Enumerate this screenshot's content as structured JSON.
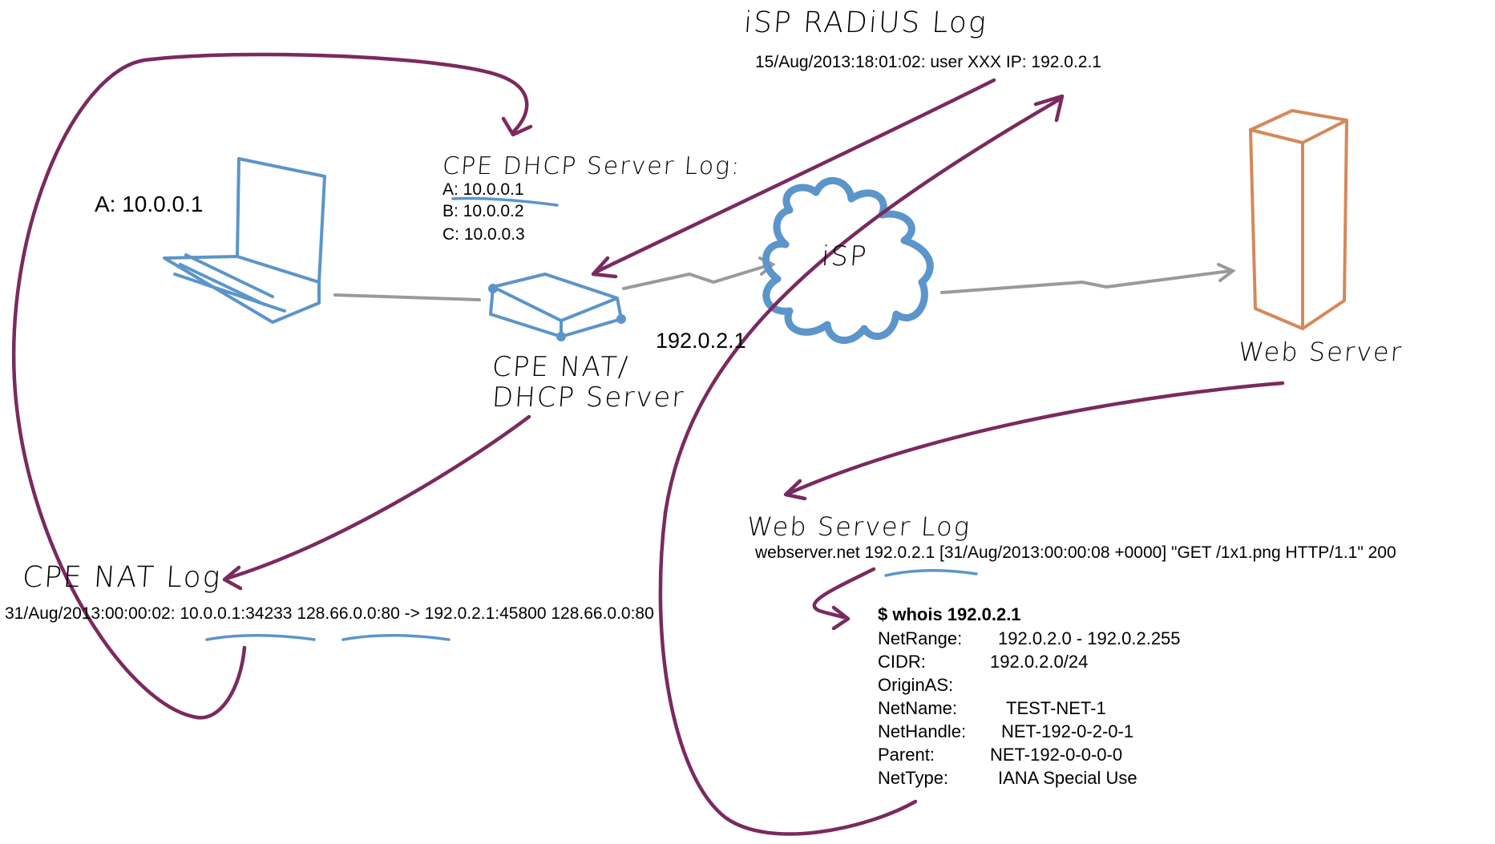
{
  "isp_radius": {
    "title": "iSP RADiUS Log",
    "entry": "15/Aug/2013:18:01:02: user XXX IP: 192.0.2.1"
  },
  "dhcp_log": {
    "title": "CPE DHCP Server Log:",
    "leases": [
      "A: 10.0.0.1",
      "B: 10.0.0.2",
      "C: 10.0.0.3"
    ]
  },
  "laptop_label": "A: 10.0.0.1",
  "router_label": [
    "CPE NAT/",
    "DHCP Server"
  ],
  "router_ip": "192.0.2.1",
  "isp_label": "iSP",
  "webserver_label": "Web Server",
  "nat_log": {
    "title": "CPE NAT Log",
    "entry": "31/Aug/2013:00:00:02: 10.0.0.1:34233 128.66.0.0:80 -> 192.0.2.1:45800 128.66.0.0:80"
  },
  "web_log": {
    "title": "Web Server Log",
    "entry": "webserver.net 192.0.2.1 [31/Aug/2013:00:00:08 +0000] \"GET /1x1.png HTTP/1.1\" 200"
  },
  "whois": {
    "command": "$ whois 192.0.2.1",
    "rows": [
      {
        "key": "NetRange:",
        "value": "192.0.2.0 - 192.0.2.255"
      },
      {
        "key": "CIDR:",
        "value": "192.0.2.0/24"
      },
      {
        "key": "OriginAS:",
        "value": ""
      },
      {
        "key": "NetName:",
        "value": "TEST-NET-1"
      },
      {
        "key": "NetHandle:",
        "value": "NET-192-0-2-0-1"
      },
      {
        "key": "Parent:",
        "value": "NET-192-0-0-0-0"
      },
      {
        "key": "NetType:",
        "value": "IANA Special Use"
      }
    ]
  },
  "colors": {
    "arrow_purple": "#7a2a5e",
    "device_blue": "#5b95c9",
    "server_orange": "#d4895a",
    "link_gray": "#9a9a9a"
  }
}
